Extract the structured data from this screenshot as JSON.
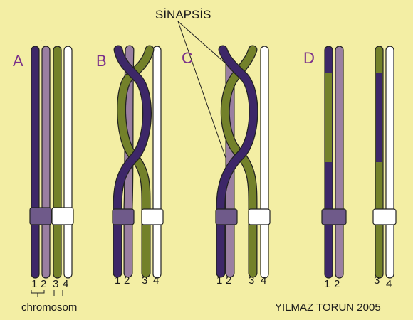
{
  "title": "SİNAPSİS",
  "credit": "YILMAZ TORUN 2005",
  "caption": "chromosom",
  "panels": [
    {
      "label": "A",
      "numbers": [
        "1",
        "2",
        "3",
        "4"
      ]
    },
    {
      "label": "B",
      "numbers": [
        "1",
        "2",
        "3",
        "4"
      ]
    },
    {
      "label": "C",
      "numbers": [
        "1",
        "2",
        "3",
        "4"
      ]
    },
    {
      "label": "D",
      "numbers": [
        "1",
        "2",
        "3",
        "4"
      ]
    }
  ],
  "colors": {
    "background": "#f3eea4",
    "purple": "#3d2768",
    "lilac": "#9a7fa1",
    "green": "#73812a",
    "white": "#ffffff",
    "label": "#7a2f8a",
    "outline": "#222222"
  }
}
